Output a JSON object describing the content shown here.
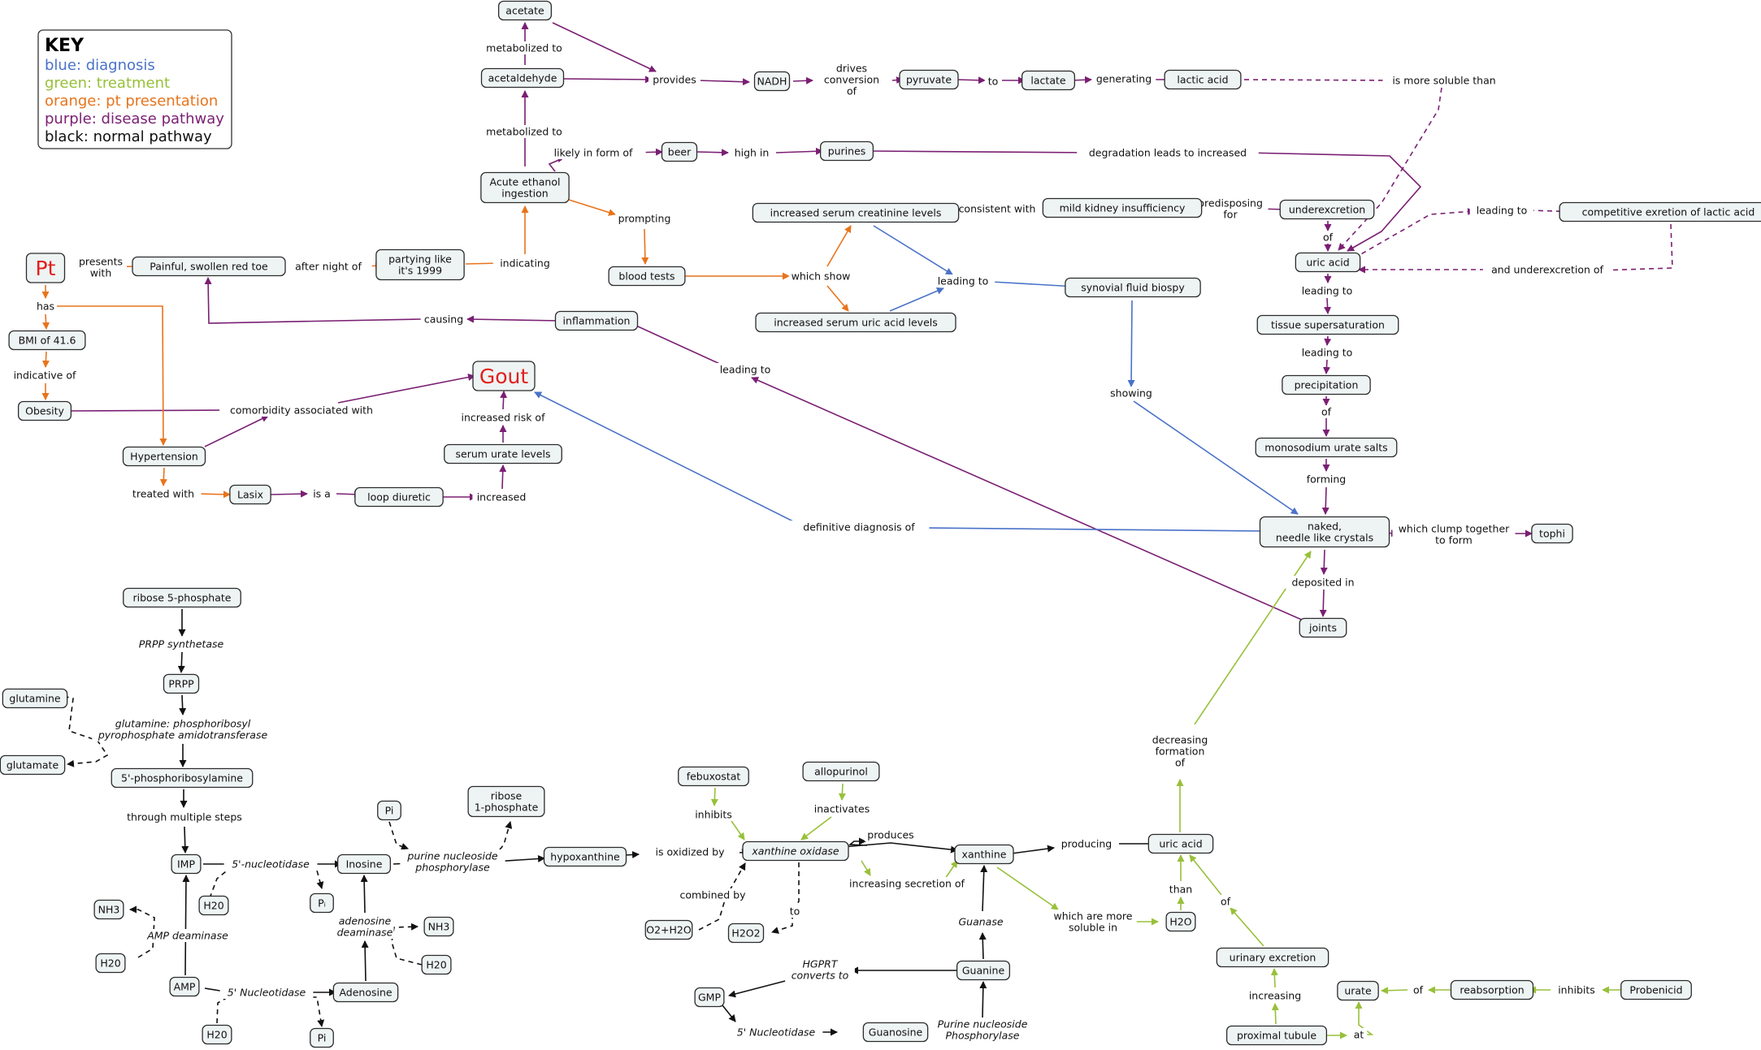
{
  "colors": {
    "blue": "#4a72c8",
    "green": "#98c03a",
    "orange": "#e8741c",
    "purple": "#7a1f73",
    "black": "#111111",
    "red": "#e0201c"
  },
  "key": {
    "title": "KEY",
    "items": [
      {
        "text": "blue: diagnosis",
        "color": "blue"
      },
      {
        "text": "green: treatment",
        "color": "green"
      },
      {
        "text": "orange: pt presentation",
        "color": "orange"
      },
      {
        "text": "purple: disease pathway",
        "color": "purple"
      },
      {
        "text": "black: normal pathway",
        "color": "black"
      }
    ]
  },
  "nodes": [
    {
      "id": "acetate",
      "text": "acetate"
    },
    {
      "id": "acetaldehyde",
      "text": "acetaldehyde"
    },
    {
      "id": "nadh",
      "text": "NADH"
    },
    {
      "id": "pyruvate",
      "text": "pyruvate"
    },
    {
      "id": "lactate",
      "text": "lactate"
    },
    {
      "id": "lacticacid",
      "text": "lactic acid"
    },
    {
      "id": "beer",
      "text": "beer"
    },
    {
      "id": "purines",
      "text": "purines"
    },
    {
      "id": "ethanol",
      "text": "Acute ethanol\ningestion"
    },
    {
      "id": "creat",
      "text": "increased serum creatinine levels"
    },
    {
      "id": "kidney",
      "text": "mild kidney insufficiency"
    },
    {
      "id": "underexc",
      "text": "underexcretion"
    },
    {
      "id": "compet",
      "text": "competitive exretion of lactic acid"
    },
    {
      "id": "uricacid1",
      "text": "uric acid"
    },
    {
      "id": "pt",
      "text": "Pt",
      "big": true
    },
    {
      "id": "toe",
      "text": "Painful, swollen red toe"
    },
    {
      "id": "party",
      "text": "partying like\nit's 1999"
    },
    {
      "id": "bloodtests",
      "text": "blood tests"
    },
    {
      "id": "synovial",
      "text": "synovial fluid biospy"
    },
    {
      "id": "serumuric",
      "text": "increased serum uric acid levels"
    },
    {
      "id": "inflam",
      "text": "inflammation"
    },
    {
      "id": "tissue",
      "text": "tissue supersaturation"
    },
    {
      "id": "bmi",
      "text": "BMI of 41.6"
    },
    {
      "id": "gout",
      "text": "Gout",
      "big": true
    },
    {
      "id": "precip",
      "text": "precipitation"
    },
    {
      "id": "obesity",
      "text": "Obesity"
    },
    {
      "id": "msu",
      "text": "monosodium urate salts"
    },
    {
      "id": "serumurate",
      "text": "serum urate levels"
    },
    {
      "id": "hyper",
      "text": "Hypertension"
    },
    {
      "id": "lasix",
      "text": "Lasix"
    },
    {
      "id": "loop",
      "text": "loop diuretic"
    },
    {
      "id": "crystals",
      "text": "naked,\nneedle like crystals"
    },
    {
      "id": "tophi",
      "text": "tophi"
    },
    {
      "id": "r5p",
      "text": "ribose 5-phosphate"
    },
    {
      "id": "joints",
      "text": "joints"
    },
    {
      "id": "prpp",
      "text": "PRPP"
    },
    {
      "id": "glutamine",
      "text": "glutamine"
    },
    {
      "id": "glutamate",
      "text": "glutamate"
    },
    {
      "id": "pra",
      "text": "5'-phosphoribosylamine"
    },
    {
      "id": "febux",
      "text": "febuxostat"
    },
    {
      "id": "allop",
      "text": "allopurinol"
    },
    {
      "id": "r1p",
      "text": "ribose\n1-phosphate"
    },
    {
      "id": "pi1",
      "text": "Pi"
    },
    {
      "id": "xo",
      "text": "xanthine oxidase",
      "italic": true
    },
    {
      "id": "uricacid2",
      "text": "uric acid"
    },
    {
      "id": "xanthine",
      "text": "xanthine"
    },
    {
      "id": "imp",
      "text": "IMP"
    },
    {
      "id": "inosine",
      "text": "Inosine"
    },
    {
      "id": "hypox",
      "text": "hypoxanthine"
    },
    {
      "id": "nh3a",
      "text": "NH3"
    },
    {
      "id": "h2o1",
      "text": "H20"
    },
    {
      "id": "pi2",
      "text": "Pᵢ"
    },
    {
      "id": "nh3b",
      "text": "NH3"
    },
    {
      "id": "h2o_than",
      "text": "H2O"
    },
    {
      "id": "o2h2o",
      "text": "O2+H2O"
    },
    {
      "id": "h2o2",
      "text": "H2O2"
    },
    {
      "id": "urinary",
      "text": "urinary excretion"
    },
    {
      "id": "h2o2b",
      "text": "H20"
    },
    {
      "id": "h2o3",
      "text": "H20"
    },
    {
      "id": "guanine",
      "text": "Guanine"
    },
    {
      "id": "amp",
      "text": "AMP"
    },
    {
      "id": "adenosine",
      "text": "Adenosine"
    },
    {
      "id": "urate",
      "text": "urate"
    },
    {
      "id": "reabs",
      "text": "reabsorption"
    },
    {
      "id": "probenicid",
      "text": "Probenicid"
    },
    {
      "id": "gmp",
      "text": "GMP"
    },
    {
      "id": "h2o4",
      "text": "H20"
    },
    {
      "id": "pi3",
      "text": "Pi"
    },
    {
      "id": "guanosine",
      "text": "Guanosine"
    },
    {
      "id": "proximal",
      "text": "proximal tubule"
    }
  ],
  "labels": [
    {
      "id": "l_metab1",
      "text": "metabolized to"
    },
    {
      "id": "l_metab2",
      "text": "metabolized to"
    },
    {
      "id": "l_provides",
      "text": "provides"
    },
    {
      "id": "l_drives",
      "text": "drives\nconversion\nof"
    },
    {
      "id": "l_to",
      "text": "to"
    },
    {
      "id": "l_generating",
      "text": "generating"
    },
    {
      "id": "l_soluble",
      "text": "is more soluble than"
    },
    {
      "id": "l_likely",
      "text": "likely in form of"
    },
    {
      "id": "l_highin",
      "text": "high in"
    },
    {
      "id": "l_degrad",
      "text": "degradation leads to increased"
    },
    {
      "id": "l_consistent",
      "text": "consistent with"
    },
    {
      "id": "l_predisp",
      "text": "predisposing\nfor"
    },
    {
      "id": "l_of1",
      "text": "of"
    },
    {
      "id": "l_leadingto1",
      "text": "leading to"
    },
    {
      "id": "l_underexc",
      "text": "and underexcretion of"
    },
    {
      "id": "l_prompting",
      "text": "prompting"
    },
    {
      "id": "l_presents",
      "text": "presents\nwith"
    },
    {
      "id": "l_afternight",
      "text": "after night of"
    },
    {
      "id": "l_indicating",
      "text": "indicating"
    },
    {
      "id": "l_whichshow",
      "text": "which show"
    },
    {
      "id": "l_leadingto2",
      "text": "leading to"
    },
    {
      "id": "l_has",
      "text": "has"
    },
    {
      "id": "l_leadingto3",
      "text": "leading to"
    },
    {
      "id": "l_causing",
      "text": "causing"
    },
    {
      "id": "l_leadingto4",
      "text": "leading to"
    },
    {
      "id": "l_indicative",
      "text": "indicative of"
    },
    {
      "id": "l_leadingto5",
      "text": "leading to"
    },
    {
      "id": "l_showing",
      "text": "showing"
    },
    {
      "id": "l_comorb",
      "text": "comorbidity associated with"
    },
    {
      "id": "l_of2",
      "text": "of"
    },
    {
      "id": "l_incrisk",
      "text": "increased risk of"
    },
    {
      "id": "l_forming",
      "text": "forming"
    },
    {
      "id": "l_treated",
      "text": "treated with"
    },
    {
      "id": "l_isa",
      "text": "is a"
    },
    {
      "id": "l_increased",
      "text": "increased"
    },
    {
      "id": "l_defdiag",
      "text": "definitive diagnosis of"
    },
    {
      "id": "l_clump",
      "text": "which clump together\nto form"
    },
    {
      "id": "l_deposited",
      "text": "deposited in"
    },
    {
      "id": "l_prpps",
      "text": "PRPP synthetase",
      "italic": true
    },
    {
      "id": "l_gppa",
      "text": "glutamine: phosphoribosyl\npyrophosphate amidotransferase",
      "italic": true
    },
    {
      "id": "l_decreasing",
      "text": "decreasing\nformation\nof"
    },
    {
      "id": "l_multiple",
      "text": "through multiple steps"
    },
    {
      "id": "l_inhibits1",
      "text": "inhibits"
    },
    {
      "id": "l_inactivates",
      "text": "inactivates"
    },
    {
      "id": "l_pnp1",
      "text": "purine nucleoside\nphosphorylase",
      "italic": true
    },
    {
      "id": "l_produces",
      "text": "produces"
    },
    {
      "id": "l_producing",
      "text": "producing"
    },
    {
      "id": "l_5nuc1",
      "text": "5'-nucleotidase",
      "italic": true
    },
    {
      "id": "l_oxidized",
      "text": "is oxidized by"
    },
    {
      "id": "l_incsec",
      "text": "increasing secretion of"
    },
    {
      "id": "l_than",
      "text": "than"
    },
    {
      "id": "l_of3",
      "text": "of"
    },
    {
      "id": "l_combined",
      "text": "combined by"
    },
    {
      "id": "l_to2",
      "text": "to"
    },
    {
      "id": "l_moresol",
      "text": "which are more\nsoluble in"
    },
    {
      "id": "l_adedeam",
      "text": "adenosine\ndeaminase",
      "italic": true
    },
    {
      "id": "l_guanase",
      "text": "Guanase",
      "italic": true
    },
    {
      "id": "l_ampdeam",
      "text": "AMP deaminase",
      "italic": true
    },
    {
      "id": "l_hgprt",
      "text": "HGPRT\nconverts to",
      "italic": true
    },
    {
      "id": "l_5nuc2",
      "text": "5' Nucleotidase",
      "italic": true
    },
    {
      "id": "l_increasing",
      "text": "increasing"
    },
    {
      "id": "l_of4",
      "text": "of"
    },
    {
      "id": "l_inhibits2",
      "text": "inhibits"
    },
    {
      "id": "l_5nuc3",
      "text": "5' Nucleotidase",
      "italic": true
    },
    {
      "id": "l_pnp2",
      "text": "Purine nucleoside\nPhosphorylase",
      "italic": true
    },
    {
      "id": "l_at",
      "text": "at"
    }
  ]
}
